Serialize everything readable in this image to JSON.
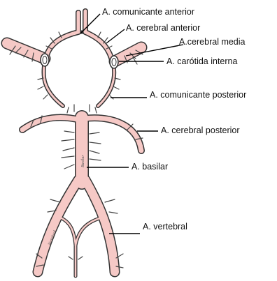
{
  "labels": {
    "anterior_communicating": "A. comunicante anterior",
    "anterior_cerebral": "A. cerebral anterior",
    "middle_cerebral": "A.cerebral media",
    "internal_carotid": "A. carótida interna",
    "posterior_communicating": "A. comunicante posterior",
    "posterior_cerebral": "A. cerebral posterior",
    "basilar": "A. basilar",
    "vertebral": "A. vertebral"
  },
  "vessel_inscriptions": {
    "basilar_text": "Basilar",
    "vertebral_text": "Vertebral"
  },
  "colors": {
    "vessel_fill": "#f6c9c6",
    "vessel_outline": "#333333",
    "label_text": "#111111"
  }
}
